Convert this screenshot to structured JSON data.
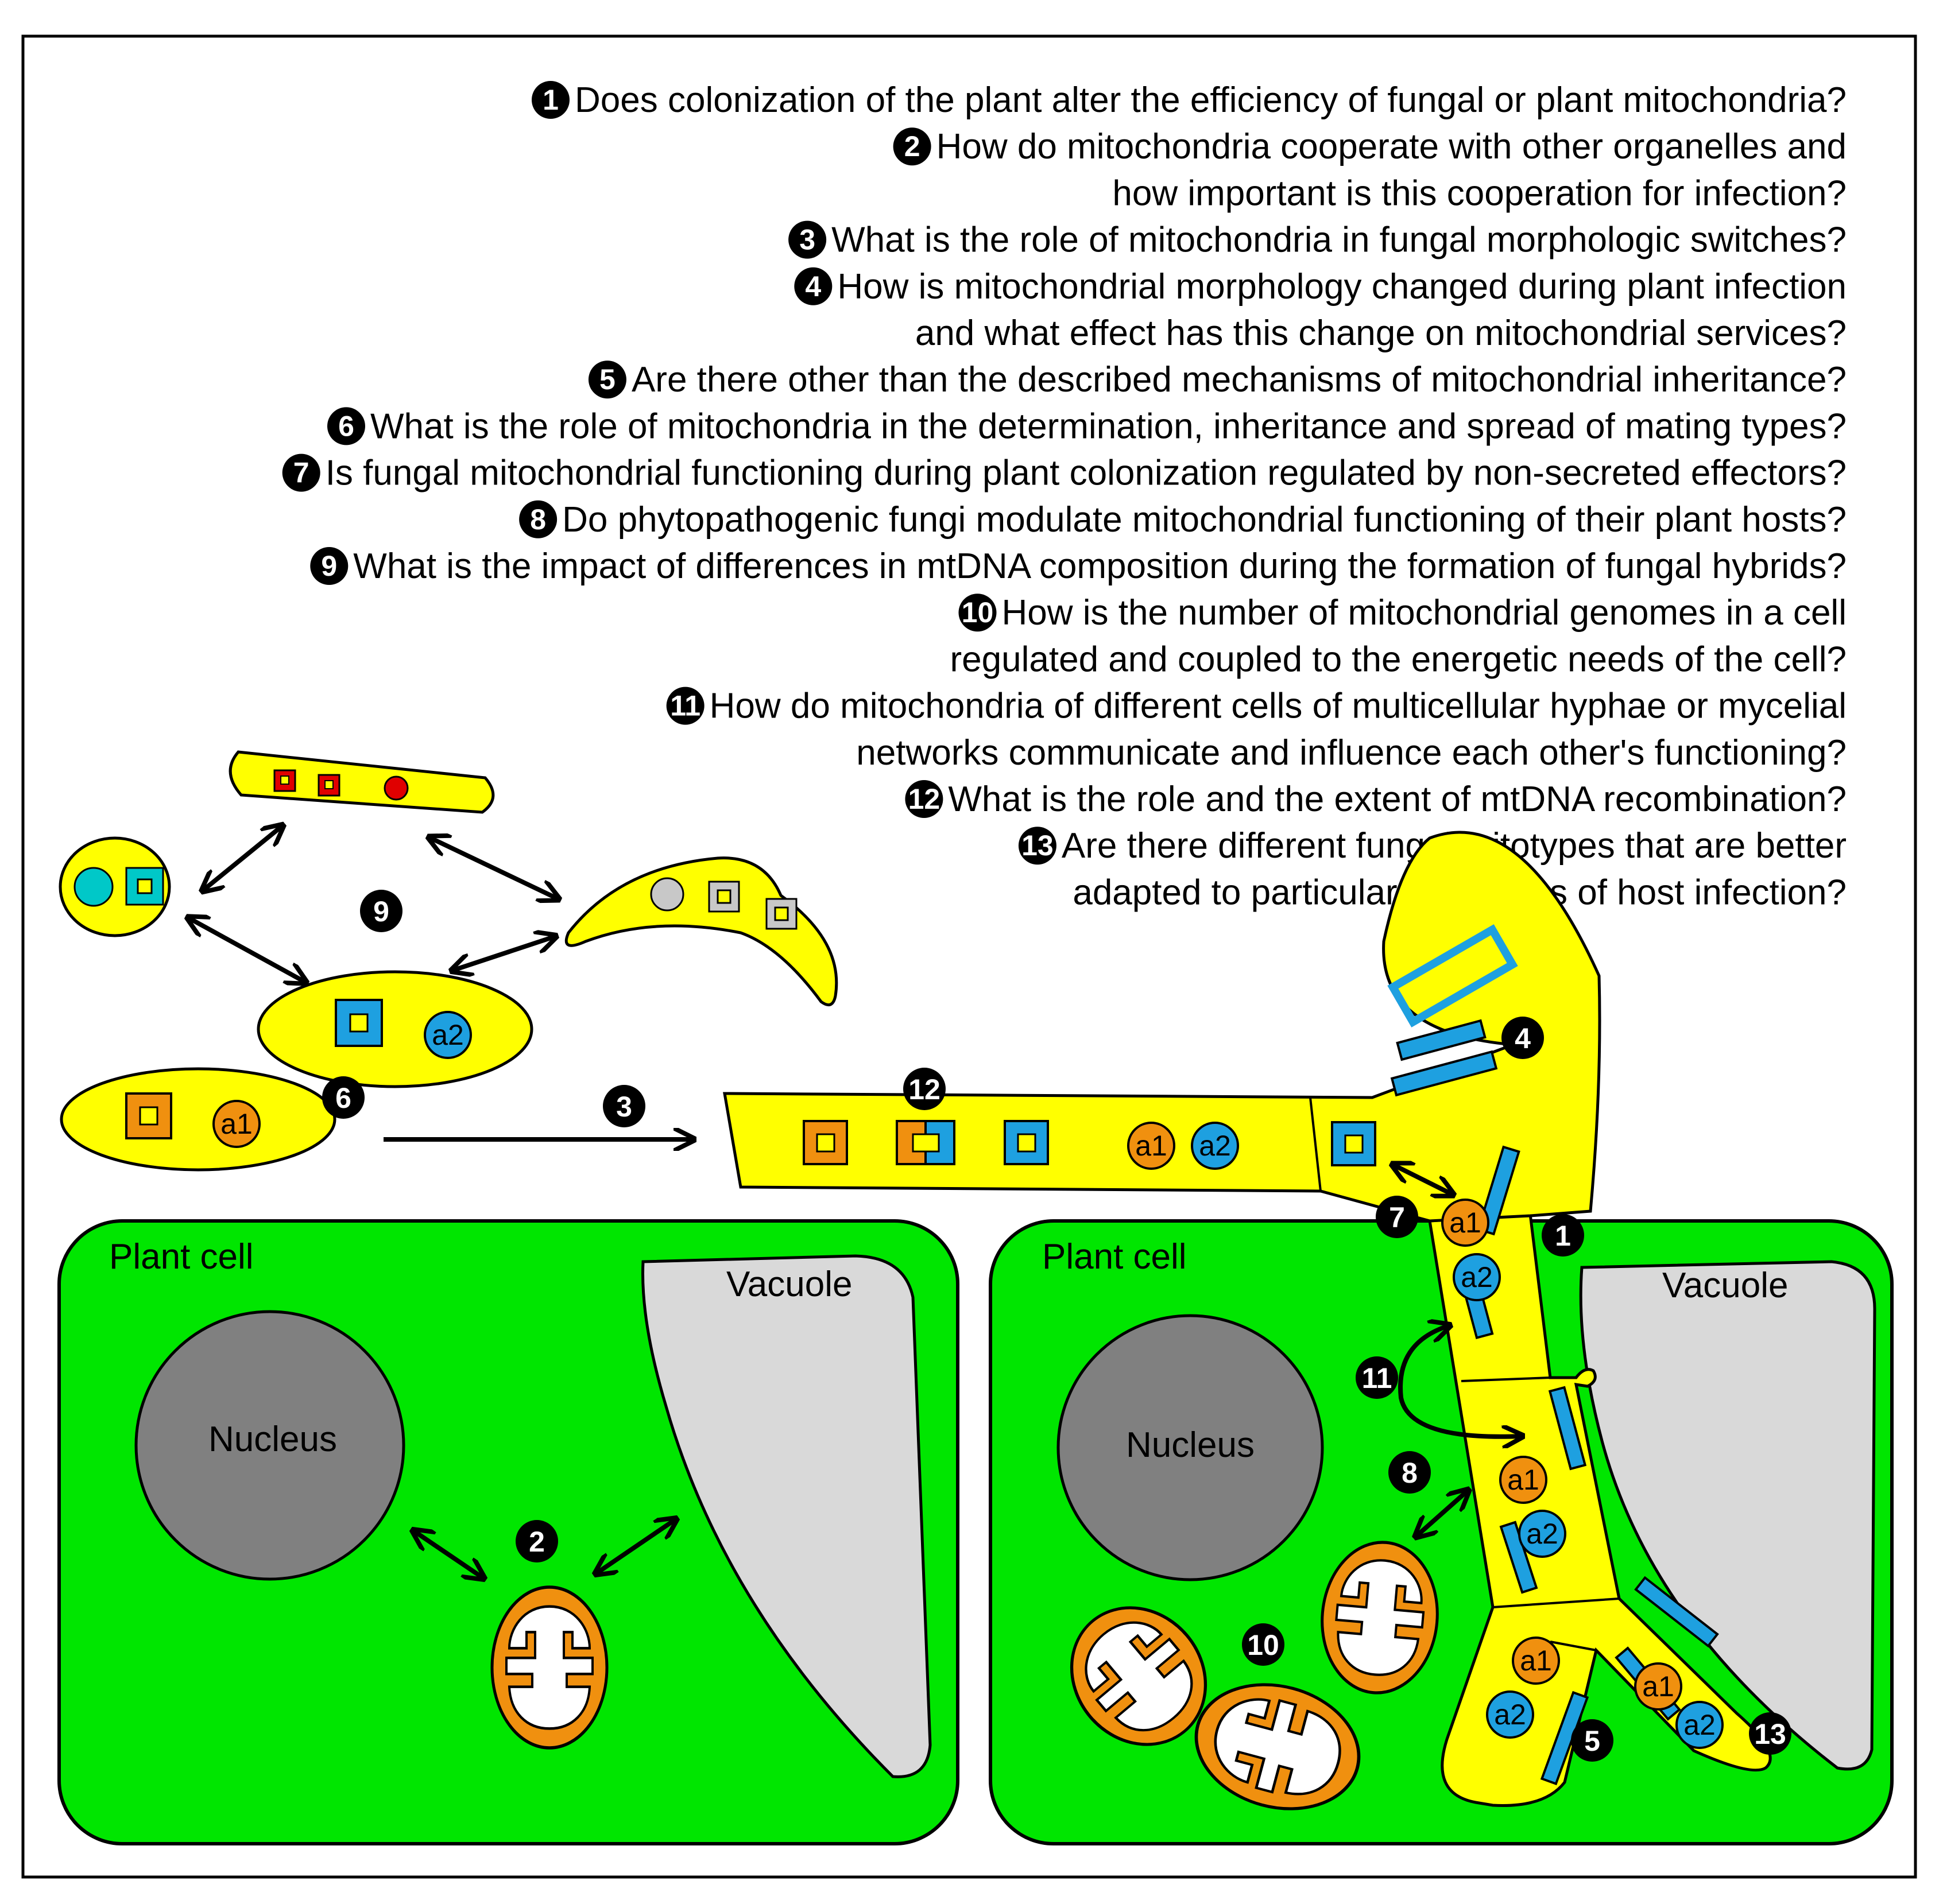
{
  "questions": [
    {
      "num": "1",
      "lines": [
        "Does colonization of the plant alter the efficiency of fungal or plant mitochondria?"
      ]
    },
    {
      "num": "2",
      "lines": [
        "How do mitochondria cooperate with other organelles and",
        "how important is this cooperation for infection?"
      ]
    },
    {
      "num": "3",
      "lines": [
        "What is the role of mitochondria in fungal morphologic switches?"
      ]
    },
    {
      "num": "4",
      "lines": [
        "How is mitochondrial morphology changed during plant infection",
        "and what effect has this change on mitochondrial services?"
      ]
    },
    {
      "num": "5",
      "lines": [
        "Are there other than the described mechanisms of mitochondrial inheritance?"
      ]
    },
    {
      "num": "6",
      "lines": [
        "What is the role of mitochondria in the determination, inheritance and spread of mating types?"
      ]
    },
    {
      "num": "7",
      "lines": [
        "Is fungal mitochondrial functioning during plant colonization regulated by non-secreted effectors?"
      ]
    },
    {
      "num": "8",
      "lines": [
        "Do phytopathogenic fungi modulate mitochondrial functioning of their plant hosts?"
      ]
    },
    {
      "num": "9",
      "lines": [
        "What is the impact of differences in mtDNA composition during the formation of fungal hybrids?"
      ]
    },
    {
      "num": "10",
      "lines": [
        "How is the number of mitochondrial genomes in a cell",
        "regulated and coupled to the energetic needs of the cell?"
      ]
    },
    {
      "num": "11",
      "lines": [
        "How do mitochondria of different cells of multicellular hyphae or mycelial",
        "networks communicate and influence each other's functioning?"
      ]
    },
    {
      "num": "12",
      "lines": [
        "What is the role and the extent of mtDNA recombination?"
      ]
    },
    {
      "num": "13",
      "lines": [
        "Are there different fungal mitotypes that are better",
        "adapted to particular conditions of host infection?"
      ]
    }
  ],
  "labels": {
    "plant_cell": "Plant cell",
    "vacuole": "Vacuole",
    "nucleus": "Nucleus",
    "allele_a1": "a1",
    "allele_a2": "a2"
  },
  "colors": {
    "fungus": "#ffff00",
    "plant": "#00e600",
    "vacuole": "#d9d9d9",
    "nucleus": "#808080",
    "mitochondrion": "#f0900f",
    "a1": "#f0900f",
    "a2": "#1ea0e0",
    "cyan": "#00c8c8",
    "red": "#e00000",
    "grey_marker": "#c8c8c8",
    "badge": "#000000"
  }
}
